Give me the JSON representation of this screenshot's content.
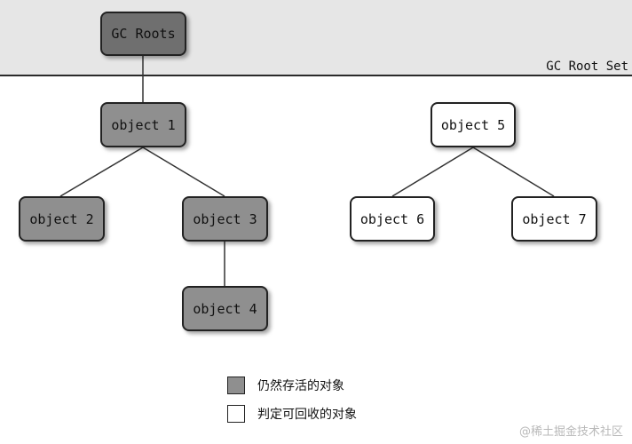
{
  "root_set": {
    "label": "GC Root Set"
  },
  "nodes": {
    "gc_roots": "GC Roots",
    "object1": "object 1",
    "object2": "object 2",
    "object3": "object 3",
    "object4": "object 4",
    "object5": "object 5",
    "object6": "object 6",
    "object7": "object 7"
  },
  "legend": {
    "alive": "仍然存活的对象",
    "collectable": "判定可回收的对象"
  },
  "colors": {
    "root": "#6f6f6f",
    "alive": "#8f8f8f",
    "collectable": "#ffffff",
    "band": "#e6e6e6"
  },
  "watermark": "@稀土掘金技术社区"
}
